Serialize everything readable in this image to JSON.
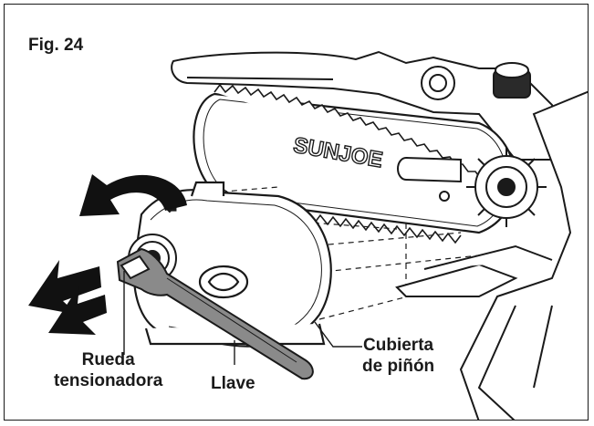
{
  "figure": {
    "label": "Fig. 24",
    "brand_mark": "SUNJOE",
    "callouts": {
      "tension_wheel": [
        "Rueda",
        "tensionadora"
      ],
      "wrench": "Llave",
      "sprocket_cover": [
        "Cubierta",
        "de piñón"
      ]
    }
  },
  "colors": {
    "line": "#1a1a1a",
    "arrow": "#111111",
    "wrench_fill": "#8a8a8a",
    "background": "#ffffff"
  },
  "icons": [
    "rotate-counterclockwise-arrow",
    "pull-direction-arrow"
  ]
}
